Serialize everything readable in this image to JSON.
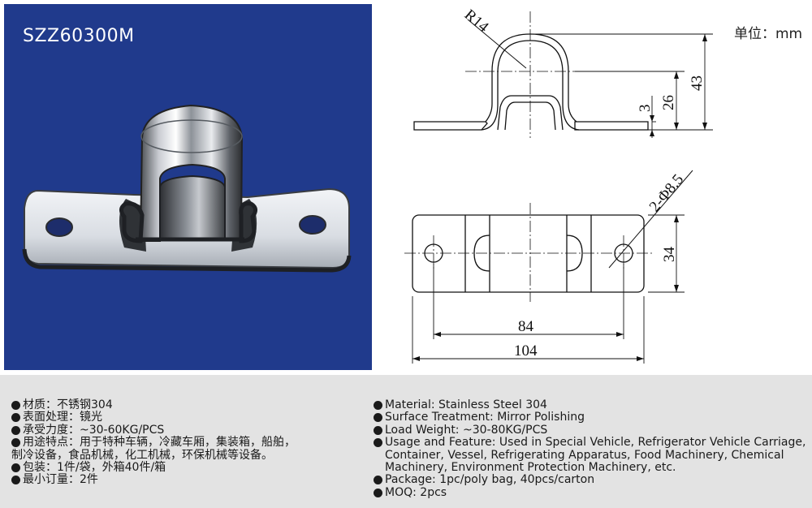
{
  "product": {
    "model": "SZZ60300M"
  },
  "drawing": {
    "unit_label": "单位：mm",
    "radius_label": "R14",
    "dim_height_total": "43",
    "dim_height_inner": "26",
    "dim_thickness": "3",
    "dim_holes": "2-Φ8.5",
    "dim_width": "34",
    "dim_hole_spacing": "84",
    "dim_length": "104"
  },
  "specs_zh": {
    "material": "材质：不锈钢304",
    "surface": "表面处理：镜光",
    "load": "承受力度：~30-60KG/PCS",
    "usage_line1": "用途特点：用于特种车辆，冷藏车厢，集装箱，船舶，",
    "usage_line2": "制冷设备，食品机械，化工机械，环保机械等设备。",
    "package": "包装：1件/袋，外箱40件/箱",
    "moq": "最小订量：2件"
  },
  "specs_en": {
    "material": "Material: Stainless Steel 304",
    "surface": "Surface Treatment: Mirror Polishing",
    "load": "Load Weight: ~30-80KG/PCS",
    "usage_line1": "Usage and Feature: Used in Special Vehicle, Refrigerator Vehicle Carriage,",
    "usage_line2": "Container, Vessel, Refrigerating Apparatus, Food Machinery, Chemical",
    "usage_line3": "Machinery, Environment Protection Machinery, etc.",
    "package": "Package: 1pc/poly bag, 40pcs/carton",
    "moq": "MOQ: 2pcs"
  },
  "colors": {
    "photo_background": "#203a8c",
    "specs_background": "#e3e3e3"
  }
}
